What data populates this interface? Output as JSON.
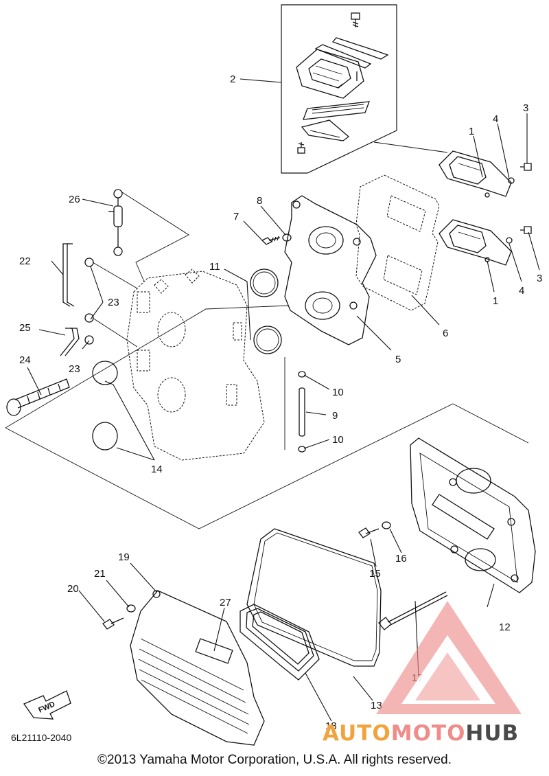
{
  "callouts": [
    {
      "n": "1",
      "label": "1"
    },
    {
      "n": "1b",
      "label": "1"
    },
    {
      "n": "2",
      "label": "2"
    },
    {
      "n": "3",
      "label": "3"
    },
    {
      "n": "3b",
      "label": "3"
    },
    {
      "n": "4",
      "label": "4"
    },
    {
      "n": "4b",
      "label": "4"
    },
    {
      "n": "5",
      "label": "5"
    },
    {
      "n": "6",
      "label": "6"
    },
    {
      "n": "7",
      "label": "7"
    },
    {
      "n": "8",
      "label": "8"
    },
    {
      "n": "9",
      "label": "9"
    },
    {
      "n": "10",
      "label": "10"
    },
    {
      "n": "10b",
      "label": "10"
    },
    {
      "n": "11",
      "label": "11"
    },
    {
      "n": "12",
      "label": "12"
    },
    {
      "n": "13",
      "label": "13"
    },
    {
      "n": "14",
      "label": "14"
    },
    {
      "n": "15",
      "label": "15"
    },
    {
      "n": "16",
      "label": "16"
    },
    {
      "n": "17",
      "label": "17"
    },
    {
      "n": "18",
      "label": "18"
    },
    {
      "n": "19",
      "label": "19"
    },
    {
      "n": "20",
      "label": "20"
    },
    {
      "n": "21",
      "label": "21"
    },
    {
      "n": "22",
      "label": "22"
    },
    {
      "n": "23",
      "label": "23"
    },
    {
      "n": "23b",
      "label": "23"
    },
    {
      "n": "24",
      "label": "24"
    },
    {
      "n": "25",
      "label": "25"
    },
    {
      "n": "26",
      "label": "26"
    },
    {
      "n": "27",
      "label": "27"
    }
  ],
  "fwd_label": "FWD",
  "part_code": "6L21110-2040",
  "copyright": "©2013 Yamaha Motor Corporation, U.S.A. All rights reserved.",
  "watermark": {
    "text_part1": "AUTO",
    "text_part2": "MOTO",
    "text_part3": "HUB",
    "color_orange": "#f1a33e",
    "color_pink": "#ee8d8a",
    "color_dark": "#4a4a4a"
  }
}
